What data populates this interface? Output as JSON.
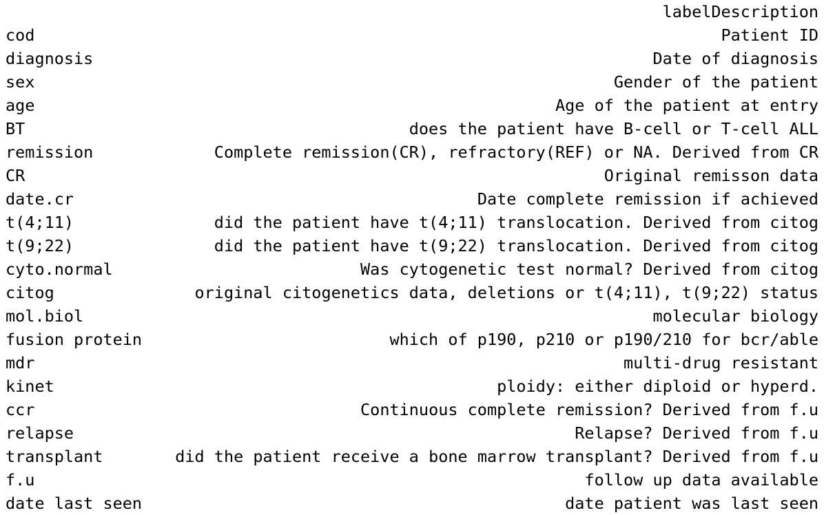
{
  "header": {
    "column": "labelDescription"
  },
  "rows": [
    {
      "label": "cod",
      "description": "Patient ID"
    },
    {
      "label": "diagnosis",
      "description": "Date of diagnosis"
    },
    {
      "label": "sex",
      "description": "Gender of the patient"
    },
    {
      "label": "age",
      "description": "Age of the patient at entry"
    },
    {
      "label": "BT",
      "description": "does the patient have B-cell or T-cell ALL"
    },
    {
      "label": "remission",
      "description": "Complete remission(CR), refractory(REF) or NA. Derived from CR"
    },
    {
      "label": "CR",
      "description": "Original remisson data"
    },
    {
      "label": "date.cr",
      "description": "Date complete remission if achieved"
    },
    {
      "label": "t(4;11)",
      "description": "did the patient have t(4;11) translocation. Derived from citog"
    },
    {
      "label": "t(9;22)",
      "description": "did the patient have t(9;22) translocation. Derived from citog"
    },
    {
      "label": "cyto.normal",
      "description": "Was cytogenetic test normal? Derived from citog"
    },
    {
      "label": "citog",
      "description": "original citogenetics data, deletions or t(4;11), t(9;22) status"
    },
    {
      "label": "mol.biol",
      "description": "molecular biology"
    },
    {
      "label": "fusion protein",
      "description": "which of p190, p210 or p190/210 for bcr/able"
    },
    {
      "label": "mdr",
      "description": "multi-drug resistant"
    },
    {
      "label": "kinet",
      "description": "ploidy: either diploid or hyperd."
    },
    {
      "label": "ccr",
      "description": "Continuous complete remission? Derived from f.u"
    },
    {
      "label": "relapse",
      "description": "Relapse? Derived from f.u"
    },
    {
      "label": "transplant",
      "description": "did the patient receive a bone marrow transplant? Derived from f.u"
    },
    {
      "label": "f.u",
      "description": "follow up data available"
    },
    {
      "label": "date last seen",
      "description": "date patient was last seen"
    }
  ]
}
